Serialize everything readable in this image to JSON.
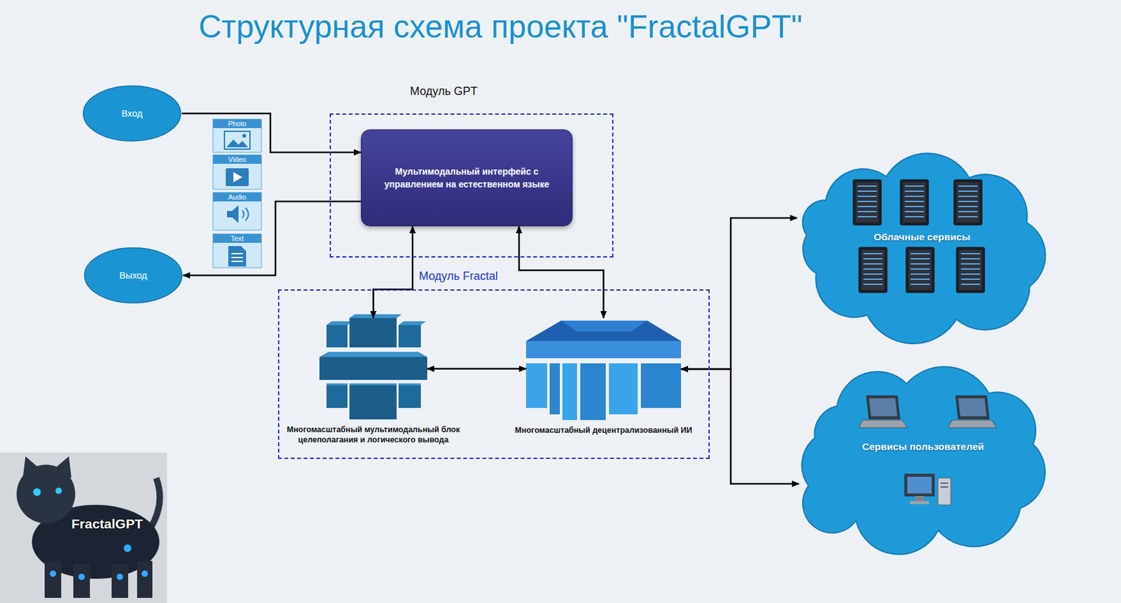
{
  "diagram": {
    "title": "Структурная схема проекта \"FractalGPT\"",
    "nodes": [
      {
        "text": [
          "Вход"
        ]
      },
      {
        "text": [
          "Модуль GPT"
        ]
      },
      {
        "text": [
          "Мультимодальный интерфейс с управлением на естественном языке"
        ],
        "in": 1
      },
      {
        "text": [
          "Выход"
        ]
      },
      {
        "text": [
          "Модуль Fractal"
        ]
      },
      {
        "text": [
          "Многомасштабный мультимодальный блок целеполагания и логического вывода"
        ],
        "in": 4
      },
      {
        "text": [
          "Многомасштабный децентрализованный ИИ"
        ],
        "in": 4
      },
      {
        "text": [
          "Облачные сервисы"
        ]
      },
      {
        "text": [
          "Сервисы пользователей"
        ]
      }
    ],
    "edges": [
      {
        "from": 0,
        "to": 2,
        "arrow": "to"
      },
      {
        "from": 2,
        "to": 3,
        "arrow": "to"
      },
      {
        "from": 2,
        "to": 5,
        "arrow": "both"
      },
      {
        "from": 2,
        "to": 6,
        "arrow": "both"
      },
      {
        "from": 5,
        "to": 6,
        "arrow": "both"
      },
      {
        "from": 6,
        "to": 7,
        "arrow": "both"
      },
      {
        "from": 6,
        "to": 8,
        "arrow": "both"
      }
    ],
    "labels": [
      "Photo",
      "Video",
      "Audio",
      "Text",
      "FractalGPT"
    ]
  }
}
